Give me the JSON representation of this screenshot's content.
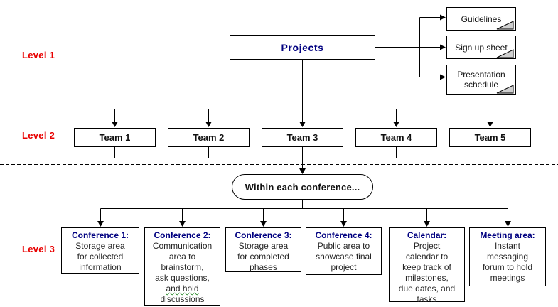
{
  "colors": {
    "level_label_red": "#e80000",
    "heading_navy": "#000080",
    "body_text": "#262626",
    "box_border": "#000000",
    "background": "#ffffff",
    "page_fold_gray": "#cfcfcf"
  },
  "level1": {
    "label": "Level 1",
    "root_label": "Projects",
    "documents": [
      {
        "lines": [
          "Guidelines"
        ]
      },
      {
        "lines": [
          "Sign up sheet"
        ]
      },
      {
        "lines": [
          "Presentation",
          "schedule"
        ]
      }
    ]
  },
  "level2": {
    "label": "Level 2",
    "teams": [
      "Team 1",
      "Team 2",
      "Team 3",
      "Team 4",
      "Team 5"
    ]
  },
  "level3": {
    "label": "Level 3",
    "oval_label": "Within each conference...",
    "boxes": [
      {
        "title": "Conference 1:",
        "lines": [
          "Storage area",
          "for collected",
          "information"
        ]
      },
      {
        "title": "Conference 2:",
        "lines": [
          "Communication",
          "area to",
          "brainstorm,",
          "ask questions,",
          "and hold",
          "discussions"
        ]
      },
      {
        "title": "Conference 3:",
        "lines": [
          "Storage area",
          "for completed",
          "phases"
        ]
      },
      {
        "title": "Conference 4:",
        "lines": [
          "Public area to",
          "showcase final",
          "project"
        ]
      },
      {
        "title": "Calendar:",
        "lines": [
          "Project",
          "calendar to",
          "keep track of",
          "milestones,",
          "due dates, and",
          "tasks"
        ]
      },
      {
        "title": "Meeting area:",
        "lines": [
          "Instant",
          "messaging",
          "forum to hold",
          "meetings"
        ]
      }
    ]
  }
}
